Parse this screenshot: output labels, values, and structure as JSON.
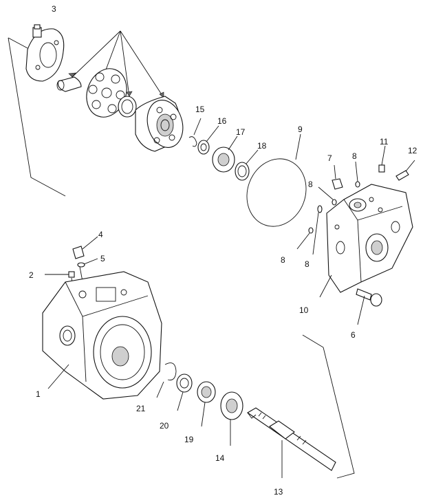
{
  "labels": {
    "l1": "1",
    "l2": "2",
    "l3": "3",
    "l4": "4",
    "l5": "5",
    "l6": "6",
    "l7": "7",
    "l8a": "8",
    "l8b": "8",
    "l8c": "8",
    "l8d": "8",
    "l9": "9",
    "l10": "10",
    "l11": "11",
    "l12": "12",
    "l13": "13",
    "l14": "14",
    "l15": "15",
    "l16": "16",
    "l17": "17",
    "l18": "18",
    "l19": "19",
    "l20": "20",
    "l21": "21"
  }
}
